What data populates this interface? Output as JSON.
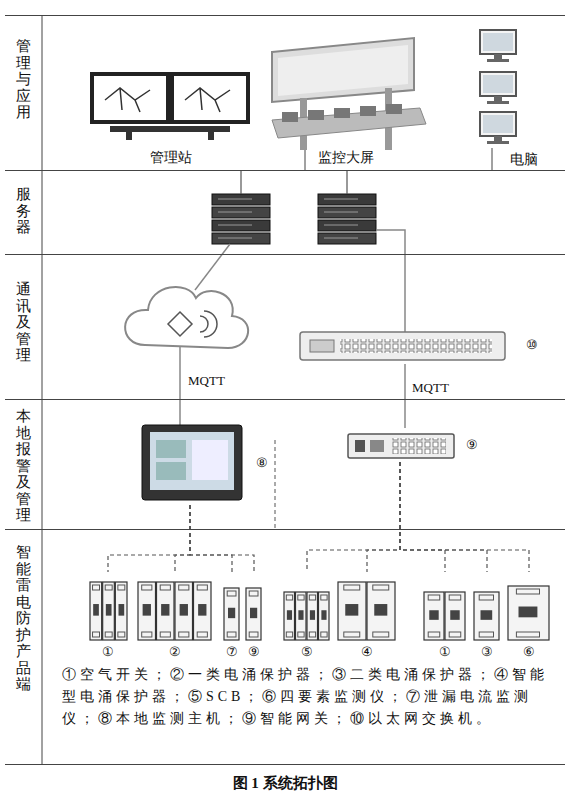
{
  "diagram": {
    "caption": "图 1 系统拓扑图",
    "nodes": [
      {
        "text": [
          "管理与应用"
        ]
      },
      {
        "text": [
          "服务器"
        ]
      },
      {
        "text": [
          "通讯及管理"
        ]
      },
      {
        "text": [
          "本地报警及管理"
        ]
      },
      {
        "text": [
          "智能雷电防护产品端"
        ]
      },
      {
        "text": [
          "管理站"
        ],
        "in": 0
      },
      {
        "text": [
          "监控大屏"
        ],
        "in": 0
      },
      {
        "text": [
          "电脑"
        ],
        "in": 0
      },
      {
        "text": [
          "⑩"
        ],
        "in": 2
      },
      {
        "text": [
          "⑧"
        ],
        "in": 3
      },
      {
        "text": [
          "⑨"
        ],
        "in": 3
      },
      {
        "text": [
          "①"
        ],
        "in": 4
      },
      {
        "text": [
          "②"
        ],
        "in": 4
      },
      {
        "text": [
          "⑦"
        ],
        "in": 4
      },
      {
        "text": [
          "⑨"
        ],
        "in": 4
      },
      {
        "text": [
          "⑤"
        ],
        "in": 4
      },
      {
        "text": [
          "④"
        ],
        "in": 4
      },
      {
        "text": [
          "①"
        ],
        "in": 4
      },
      {
        "text": [
          "③"
        ],
        "in": 4
      },
      {
        "text": [
          "⑥"
        ],
        "in": 4
      }
    ],
    "edges": [
      {
        "from": 8,
        "to": 10,
        "label": "MQTT",
        "arrow": "none"
      },
      {
        "from": 9,
        "to": 11,
        "arrow": "none"
      },
      {
        "from": 9,
        "to": 12,
        "arrow": "none"
      },
      {
        "from": 9,
        "to": 13,
        "arrow": "none"
      },
      {
        "from": 9,
        "to": 14,
        "arrow": "none"
      },
      {
        "from": 10,
        "to": 15,
        "arrow": "none"
      },
      {
        "from": 10,
        "to": 16,
        "arrow": "none"
      },
      {
        "from": 10,
        "to": 17,
        "arrow": "none"
      },
      {
        "from": 10,
        "to": 18,
        "arrow": "none"
      },
      {
        "from": 10,
        "to": 19,
        "arrow": "none"
      }
    ],
    "labels": [
      "MQTT",
      "①空气开关；②一类电涌保护器；③二类电涌保护器；④智能型电涌保护器；⑤SCB；⑥四要素监测仪；⑦泄漏电流监测仪；⑧本地监测主机；⑨智能网关；⑩以太网交换机。"
    ]
  }
}
